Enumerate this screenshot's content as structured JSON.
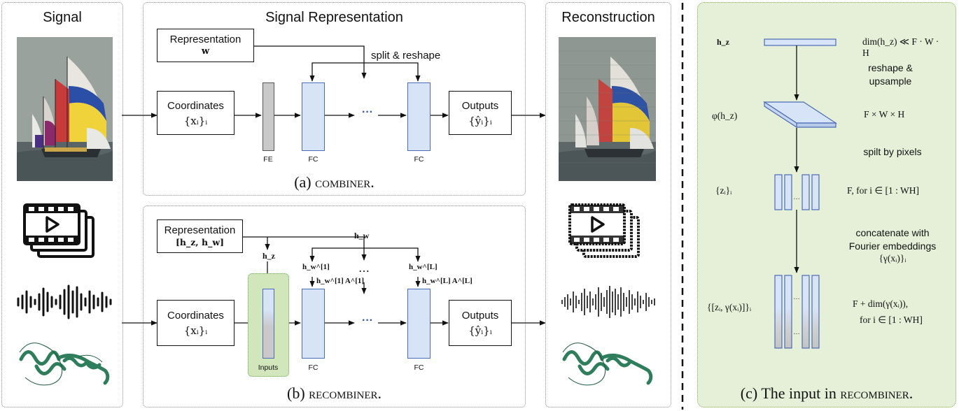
{
  "signal_panel": {
    "title": "Signal"
  },
  "representation_panel": {
    "title": "Signal Representation"
  },
  "reconstruction_panel": {
    "title": "Reconstruction"
  },
  "combiner": {
    "rep_label": "Representation",
    "rep_symbol": "w",
    "split_label": "split & reshape",
    "coords_label": "Coordinates",
    "coords_symbol": "{xᵢ}ᵢ",
    "fe_label": "FE",
    "fc1_label": "FC",
    "fc2_label": "FC",
    "dots": "···",
    "outputs_label": "Outputs",
    "outputs_symbol": "{ŷᵢ}ᵢ",
    "caption_prefix": "(a) ",
    "caption_name": "combiner."
  },
  "recombiner": {
    "rep_label": "Representation",
    "rep_symbol": "[h_z, h_w]",
    "hw_label": "h_w",
    "hz_label": "h_z",
    "hw1_label": "h_w^[1]",
    "hwL_label": "h_w^[L]",
    "hw1A_label": "h_w^[1] A^[1]",
    "hwLA_label": "h_w^[L] A^[L]",
    "vdots": "⋯",
    "coords_label": "Coordinates",
    "coords_symbol": "{xᵢ}ᵢ",
    "inputs_label": "Inputs",
    "fc1_label": "FC",
    "fc2_label": "FC",
    "dots": "···",
    "outputs_label": "Outputs",
    "outputs_symbol": "{ŷᵢ}ᵢ",
    "caption_prefix": "(b) ",
    "caption_name": "recombiner."
  },
  "input_panel": {
    "hz_label": "h_z",
    "hz_dim": "dim(h_z) ≪ F · W · H",
    "reshape_label_1": "reshape &",
    "reshape_label_2": "upsample",
    "phi_label": "φ(h_z)",
    "phi_dim": "F × W × H",
    "split_label": "spilt by pixels",
    "z_label": "{zᵢ}ᵢ",
    "z_dim": "F, for i ∈ [1 : WH]",
    "concat_label_1": "concatenate with",
    "concat_label_2": "Fourier embeddings",
    "concat_label_3": "{γ(xᵢ)}ᵢ",
    "zg_label": "{[zᵢ, γ(xᵢ)]}ᵢ",
    "zg_dim_1": "F + dim(γ(xᵢ)),",
    "zg_dim_2": "for i ∈ [1 : WH]",
    "caption_prefix": "(c) The input in ",
    "caption_name": "recombiner."
  },
  "colors": {
    "fc_fill": "#d7e3f6",
    "fc_stroke": "#4a6bb5",
    "fe_fill": "#c9c9c9",
    "green_panel": "#e6f0d9",
    "green_highlight": "#d2e6bc",
    "protein": "#2e7d5b"
  },
  "icons": [
    "sailboat-photo",
    "video-icon",
    "audio-waveform-icon",
    "protein-structure-icon"
  ]
}
